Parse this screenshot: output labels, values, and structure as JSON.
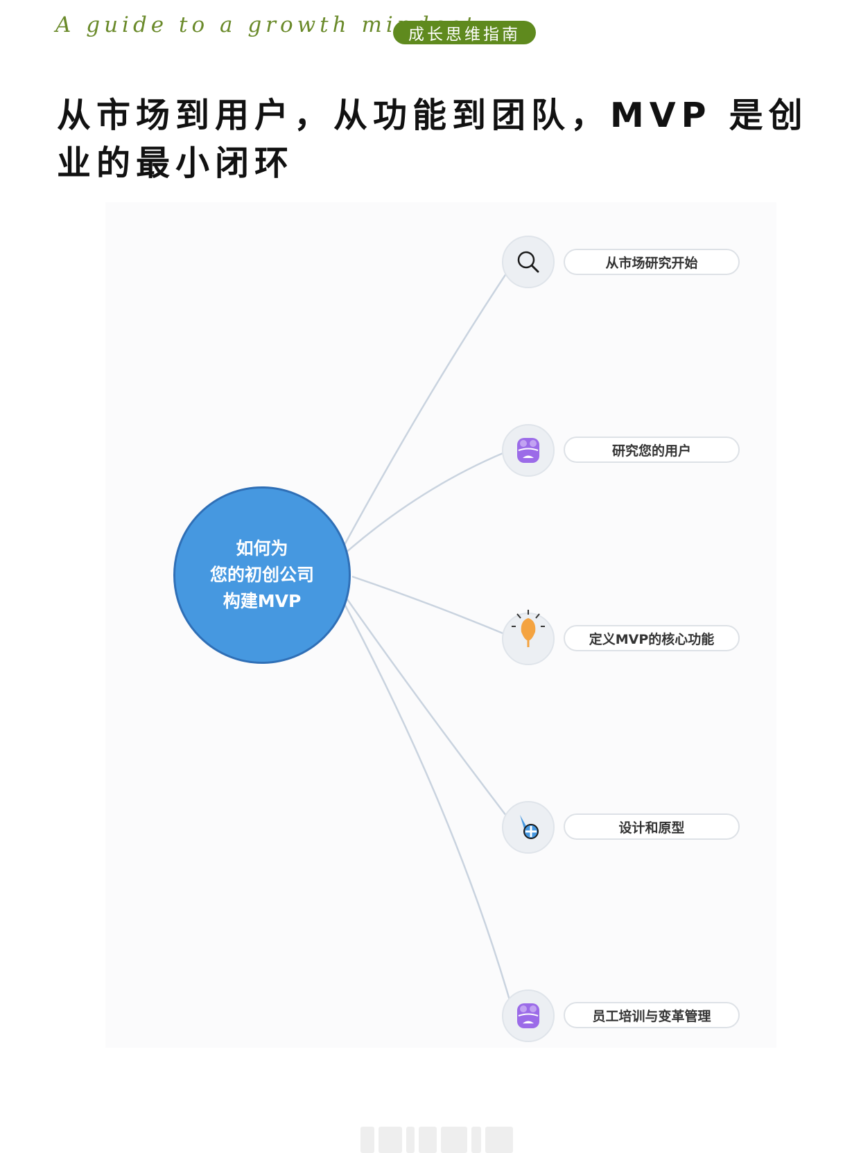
{
  "header": {
    "script_title": "A guide to a growth mindest",
    "badge": "成长思维指南"
  },
  "headline": "从市场到用户，从功能到团队，MVP 是创业的最小闭环",
  "diagram": {
    "center": {
      "lines": [
        "如何为",
        "您的初创公司",
        "构建MVP"
      ],
      "color": "#4698e0"
    },
    "branches": [
      {
        "label": "从市场研究开始",
        "icon": "magnifier-icon"
      },
      {
        "label": "研究您的用户",
        "icon": "users-icon"
      },
      {
        "label": "定义MVP的核心功能",
        "icon": "lightbulb-icon"
      },
      {
        "label": "设计和原型",
        "icon": "design-tool-icon"
      },
      {
        "label": "员工培训与变革管理",
        "icon": "users-icon"
      }
    ],
    "colors": {
      "connector": "#c9d3df",
      "icon_purple": "#9b6be8",
      "bulb_orange": "#f4a340",
      "accent_green": "#5f8a1e"
    }
  }
}
